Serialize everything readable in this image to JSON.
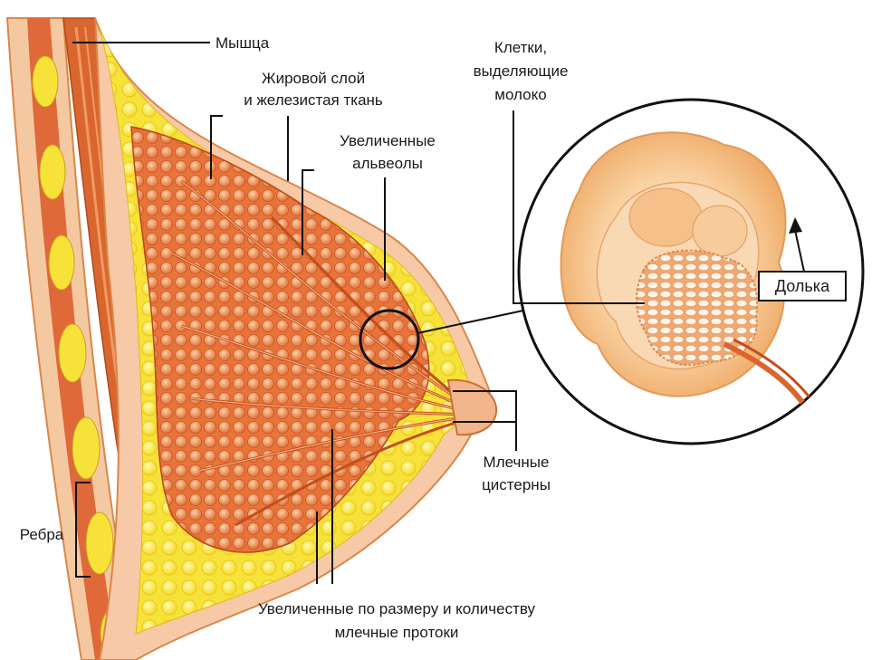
{
  "labels": {
    "muscle": "Мышца",
    "fat_line1": "Жировой слой",
    "fat_line2": "и железистая ткань",
    "alveoli_line1": "Увеличенные",
    "alveoli_line2": "альвеолы",
    "cells_line1": "Клетки,",
    "cells_line2": "выделяющие",
    "cells_line3": "молоко",
    "lobule": "Долька",
    "cisterns_line1": "Млечные",
    "cisterns_line2": "цистерны",
    "ribs": "Ребра",
    "ducts_line1": "Увеличенные по размеру и количеству",
    "ducts_line2": "млечные протоки"
  },
  "colors": {
    "fat": "#f7e23a",
    "fat_globule": "#fdf07a",
    "gland": "#e8743a",
    "gland_light": "#f5b07a",
    "muscle": "#d9662e",
    "skin": "#f7c9a6",
    "lobule_outer": "#f5c489",
    "lobule_inner": "#fbe3c4",
    "cells": "#fdf3e6",
    "leader": "#111111"
  }
}
